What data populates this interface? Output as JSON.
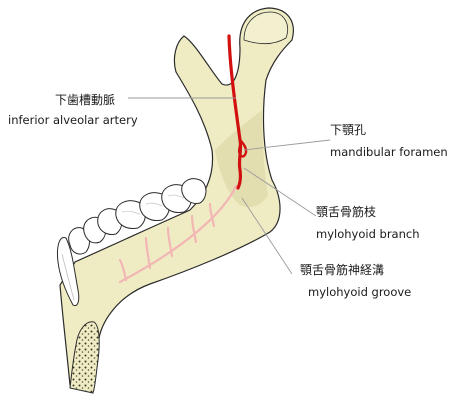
{
  "labels": {
    "inferior_alveolar_artery": {
      "ja": "下歯槽動脈",
      "en": "inferior alveolar artery"
    },
    "mandibular_foramen": {
      "ja": "下顎孔",
      "en": "mandibular foramen"
    },
    "mylohyoid_branch": {
      "ja": "顎舌骨筋枝",
      "en": "mylohyoid branch"
    },
    "mylohyoid_groove": {
      "ja": "顎舌骨筋神経溝",
      "en": "mylohyoid groove"
    }
  },
  "colors": {
    "bone": "#efecc4",
    "bone_outline": "#2b2b2b",
    "artery": "#d21010",
    "groove": "#f2b6b4",
    "tooth": "#ffffff",
    "leader": "#9a9a9a"
  },
  "icons": [
    "mandible-illustration",
    "artery-vessel",
    "teeth",
    "cancellous-bone"
  ]
}
